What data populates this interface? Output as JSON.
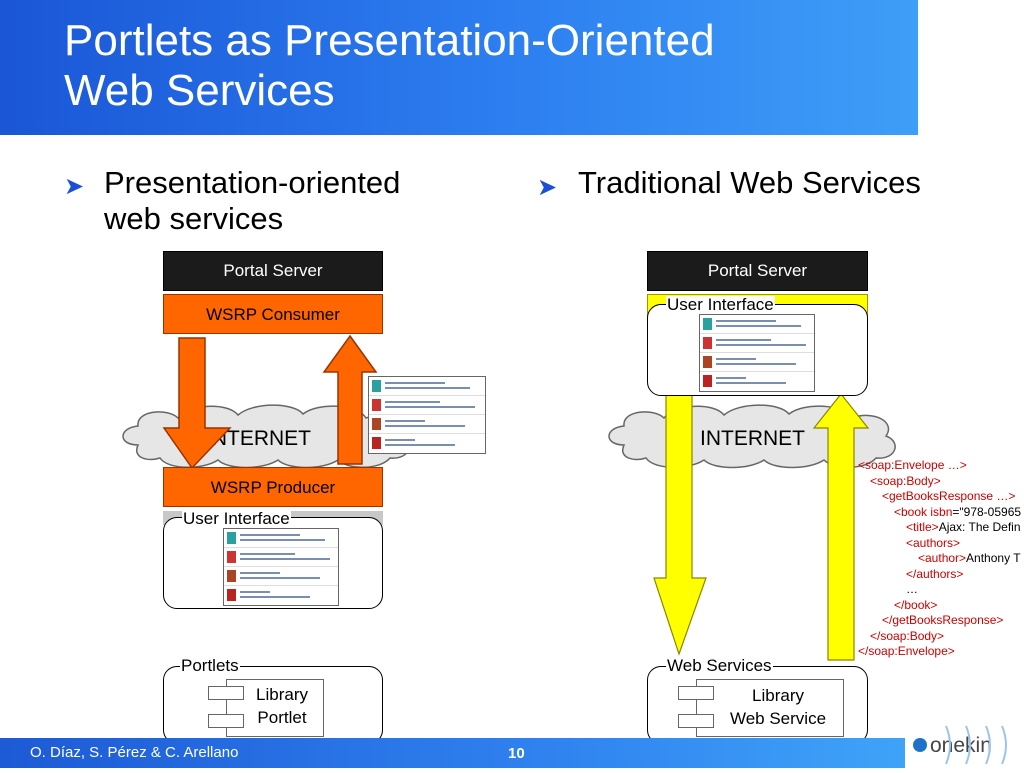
{
  "title": {
    "line1": "Portlets as Presentation-Oriented",
    "line2": "Web Services"
  },
  "left": {
    "bullet_line1": "Presentation-oriented",
    "bullet_line2": "web services",
    "portal_server": "Portal Server",
    "wsrp_consumer": "WSRP Consumer",
    "internet": "INTERNET",
    "wsrp_producer": "WSRP Producer",
    "user_interface": "User Interface",
    "portlets_label": "Portlets",
    "module_line1": "Library",
    "module_line2": "Portlet"
  },
  "right": {
    "bullet": "Traditional Web Services",
    "portal_server": "Portal Server",
    "user_interface": "User Interface",
    "internet": "INTERNET",
    "services_label": "Web Services",
    "module_line1": "Library",
    "module_line2": "Web Service"
  },
  "xml": {
    "l1": "<soap:Envelope …>",
    "l2": "<soap:Body>",
    "l3": "<getBooksResponse …>",
    "l4_tag": "<book isbn",
    "l4_val": "=\"978-05965",
    "l5_tag": "<title>",
    "l5_val": "Ajax: The Defin",
    "l6": "<authors>",
    "l7_tag": "<author>",
    "l7_val": "Anthony T",
    "l8": "</authors>",
    "l9": "…",
    "l10": "</book>",
    "l11": "</getBooksResponse>",
    "l12": "</soap:Body>",
    "l13": "</soap:Envelope>"
  },
  "footer": {
    "authors": "O. Díaz, S. Pérez & C. Arellano",
    "page": "10",
    "logo": "onekin"
  },
  "colors": {
    "orange": "#ff6600",
    "yellow": "#ffff00",
    "title_blue": "#1a56d6",
    "server_black": "#1b1b1b"
  }
}
